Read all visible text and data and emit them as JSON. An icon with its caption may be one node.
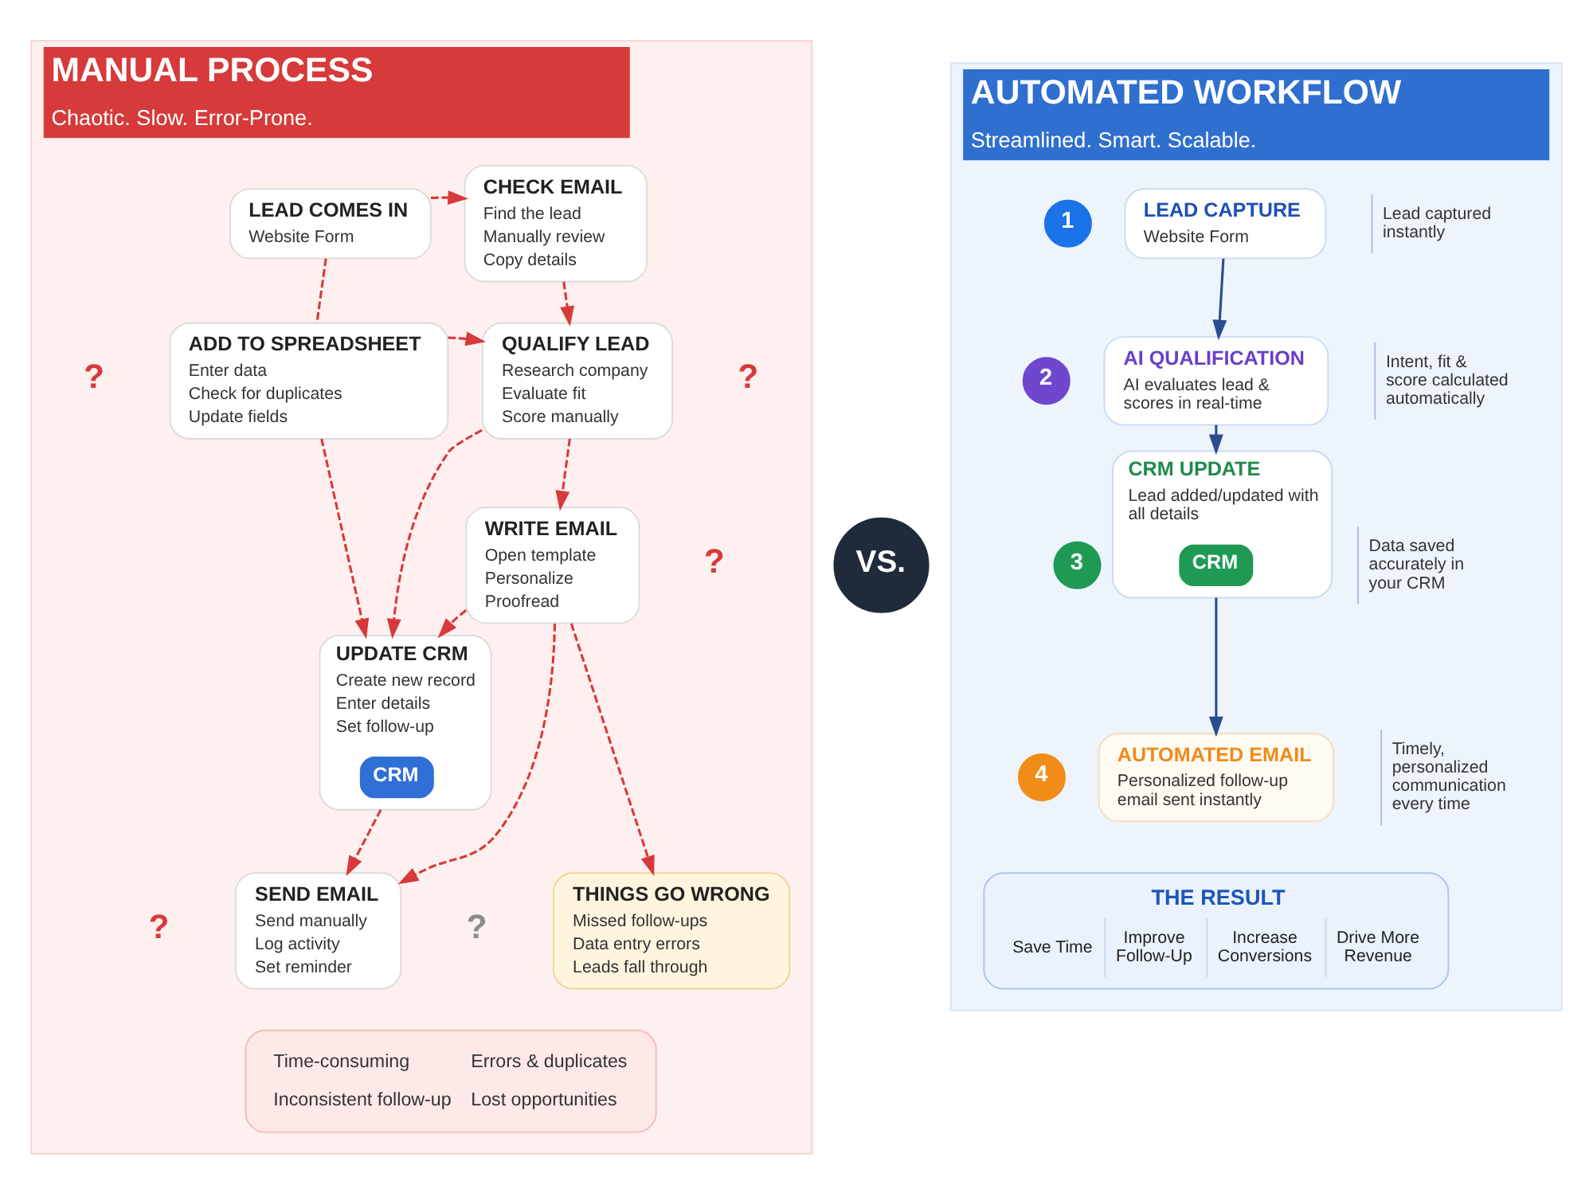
{
  "diagram": {
    "nodes": [
      {
        "text": [
          "MANUAL PROCESS",
          "Chaotic. Slow. Error-Prone."
        ]
      },
      {
        "text": [
          "LEAD COMES IN",
          "Website Form"
        ],
        "in": 0
      },
      {
        "text": [
          "CHECK EMAIL",
          "Find the lead",
          "Manually review",
          "Copy details"
        ],
        "in": 0
      },
      {
        "text": [
          "ADD TO SPREADSHEET",
          "Enter data",
          "Check for duplicates",
          "Update fields"
        ],
        "in": 0
      },
      {
        "text": [
          "QUALIFY LEAD",
          "Research company",
          "Evaluate fit",
          "Score manually"
        ],
        "in": 0
      },
      {
        "text": [
          "UPDATE CRM",
          "Create new record",
          "Enter details",
          "Set follow-up"
        ],
        "in": 0
      },
      {
        "text": [
          "CRM"
        ],
        "in": 5
      },
      {
        "text": [
          "WRITE EMAIL",
          "Open template",
          "Personalize",
          "Proofread"
        ],
        "in": 0
      },
      {
        "text": [
          "SEND EMAIL",
          "Send manually",
          "Log activity",
          "Set reminder"
        ],
        "in": 0
      },
      {
        "text": [
          "THINGS GO WRONG",
          "Missed follow-ups",
          "Data entry errors",
          "Leads fall through"
        ],
        "in": 0
      },
      {
        "text": [
          "Time-consuming",
          "Errors & duplicates",
          "Inconsistent follow-up",
          "Lost opportunities"
        ],
        "in": 0
      },
      {
        "text": [
          "VS."
        ]
      },
      {
        "text": [
          "AUTOMATED WORKFLOW",
          "Streamlined. Smart. Scalable."
        ]
      },
      {
        "text": [
          "1"
        ],
        "in": 12
      },
      {
        "text": [
          "LEAD CAPTURE",
          "Website Form"
        ],
        "beside": [
          "Lead captured instantly"
        ],
        "in": 12
      },
      {
        "text": [
          "2"
        ],
        "in": 12
      },
      {
        "text": [
          "AI QUALIFICATION",
          "AI evaluates lead & scores in real-time"
        ],
        "beside": [
          "Intent, fit & score calculated automatically"
        ],
        "in": 12
      },
      {
        "text": [
          "3"
        ],
        "in": 12
      },
      {
        "text": [
          "CRM UPDATE",
          "Lead added/updated with all details"
        ],
        "beside": [
          "Data saved accurately in your CRM"
        ],
        "in": 12
      },
      {
        "text": [
          "CRM"
        ],
        "in": 18
      },
      {
        "text": [
          "4"
        ],
        "in": 12
      },
      {
        "text": [
          "AUTOMATED EMAIL",
          "Personalized follow-up email sent instantly"
        ],
        "beside": [
          "Timely, personalized communication every time"
        ],
        "in": 12
      },
      {
        "text": [
          "THE RESULT",
          "Save Time",
          "Improve Follow-Up",
          "Increase Conversions",
          "Drive More Revenue"
        ],
        "in": 12
      }
    ],
    "edges": [
      {
        "from": 1,
        "to": 2,
        "arrow": "to",
        "style": "dashed"
      },
      {
        "from": 1,
        "to": 3,
        "arrow": "none",
        "style": "dashed"
      },
      {
        "from": 2,
        "to": 4,
        "arrow": "to",
        "style": "dashed"
      },
      {
        "from": 3,
        "to": 4,
        "arrow": "to",
        "style": "dashed"
      },
      {
        "from": 3,
        "to": 5,
        "arrow": "to",
        "style": "dashed"
      },
      {
        "from": 4,
        "to": 5,
        "arrow": "to",
        "style": "dashed"
      },
      {
        "from": 4,
        "to": 7,
        "arrow": "to",
        "style": "dashed"
      },
      {
        "from": 7,
        "to": 5,
        "arrow": "to",
        "style": "dashed"
      },
      {
        "from": 5,
        "to": 8,
        "arrow": "to",
        "style": "dashed"
      },
      {
        "from": 7,
        "to": 8,
        "arrow": "to",
        "style": "dashed"
      },
      {
        "from": 7,
        "to": 9,
        "arrow": "to",
        "style": "dashed"
      },
      {
        "from": 14,
        "to": 16,
        "arrow": "to",
        "color": "#2a4d8f"
      },
      {
        "from": 16,
        "to": 18,
        "arrow": "to",
        "color": "#2a4d8f"
      },
      {
        "from": 18,
        "to": 21,
        "arrow": "to",
        "color": "#2a4d8f"
      }
    ],
    "labels": [
      "?",
      "?",
      "?",
      "?",
      "?"
    ]
  }
}
